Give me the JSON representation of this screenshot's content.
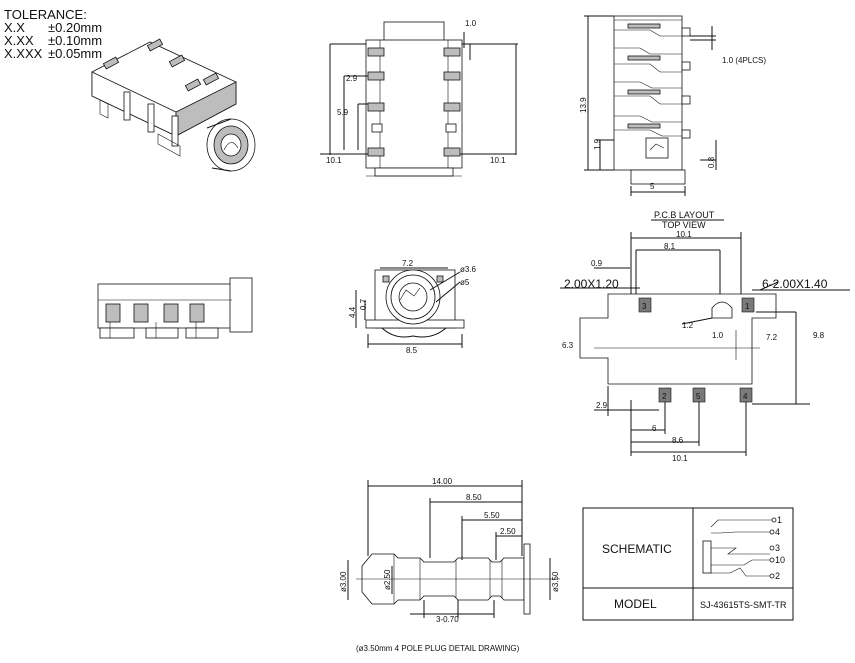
{
  "tolerance": {
    "title": "TOLERANCE:",
    "rows": [
      {
        "key": "X.X",
        "val": "±0.20mm"
      },
      {
        "key": "X.XX",
        "val": "±0.10mm"
      },
      {
        "key": "X.XXX",
        "val": "±0.05mm"
      }
    ]
  },
  "top_view": {
    "dims": [
      "1.0",
      "2.9",
      "5.9",
      "10.1",
      "10.1"
    ]
  },
  "side_view": {
    "dims": [
      "1.0 (4PLCS)",
      "13.9",
      "1.9",
      "0.8",
      "5"
    ]
  },
  "front_view": {
    "dims": [
      "7.2",
      "ø3.6",
      "ø5",
      "4.4",
      "0.7",
      "8.5"
    ]
  },
  "pcb_layout": {
    "title": "P.C.B LAYOUT",
    "subtitle": "TOP VIEW",
    "dims": [
      "10.1",
      "8.1",
      "0.9",
      "2.00X1.20",
      "6-2.00X1.40",
      "1.2",
      "1.0",
      "7.2",
      "6.3",
      "9.8",
      "2.9",
      "6",
      "8.6",
      "10.1"
    ],
    "pads": [
      "3",
      "1",
      "2",
      "5",
      "4"
    ]
  },
  "plug": {
    "dims": [
      "14.00",
      "8.50",
      "5.50",
      "2.50",
      "ø3.00",
      "ø2.50",
      "ø3.50",
      "3-0.70"
    ],
    "caption": "(ø3.50mm 4 POLE PLUG DETAIL DRAWING)"
  },
  "schematic_table": {
    "schematic_label": "SCHEMATIC",
    "model_label": "MODEL",
    "model_value": "SJ-43615TS-SMT-TR",
    "pins": [
      "1",
      "4",
      "3",
      "10",
      "2"
    ]
  }
}
